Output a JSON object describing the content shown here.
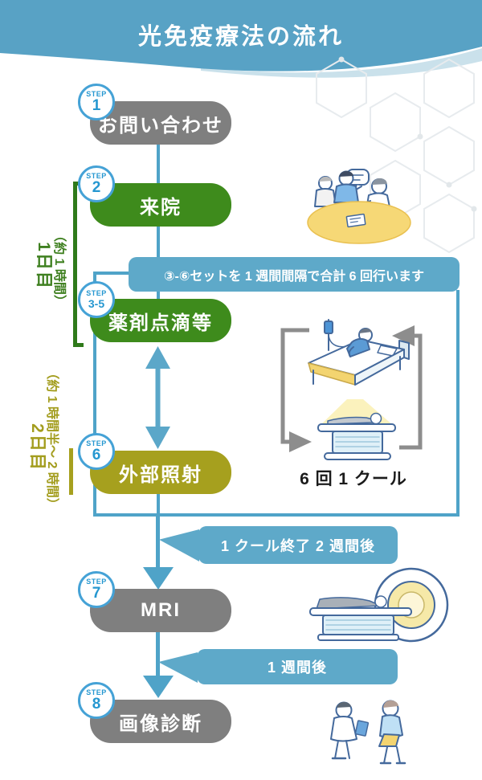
{
  "title": "光免疫療法の流れ",
  "step_prefix": "STEP",
  "steps": [
    {
      "num": "1",
      "label": "お問い合わせ",
      "color": "gray"
    },
    {
      "num": "2",
      "label": "来院",
      "color": "green"
    },
    {
      "num": "3-5",
      "label": "薬剤点滴等",
      "color": "green"
    },
    {
      "num": "6",
      "label": "外部照射",
      "color": "olive"
    },
    {
      "num": "7",
      "label": "MRI",
      "color": "gray"
    },
    {
      "num": "8",
      "label": "画像診断",
      "color": "gray"
    }
  ],
  "day_labels": [
    {
      "day": "1日目",
      "duration": "（約 1 時間）"
    },
    {
      "day": "2日目",
      "duration": "（約 1 時間半～ 2 時間）"
    }
  ],
  "callouts": {
    "cycle_note": "③-⑥セットを 1 週間間隔で合計 6 回行います",
    "after_course": "1 クール終了 2 週間後",
    "one_week": "1 週間後"
  },
  "cycle_caption": "6 回 1 クール",
  "colors": {
    "header_blue": "#58a2c5",
    "flow_blue": "#4fa3c8",
    "callout_blue": "#5ea9c9",
    "box_gray": "#7f7f7f",
    "box_green": "#3e8b1c",
    "box_olive": "#a6a01e",
    "badge_blue": "#2597d0",
    "day1_green": "#3f8020",
    "day2_olive": "#a39d1e",
    "cycle_arrow_gray": "#8d8d8d",
    "table_yellow": "#f6d876"
  },
  "illustrations": [
    "consultation",
    "iv-drip-bed",
    "radiation-machine",
    "mri-scanner",
    "doctor-patient-consult"
  ]
}
